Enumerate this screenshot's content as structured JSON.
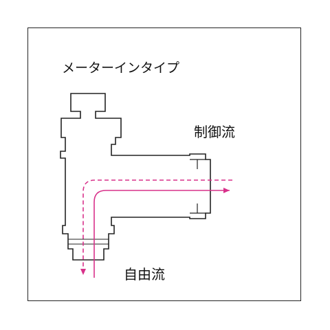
{
  "labels": {
    "meter_in_type": "メーターインタイプ",
    "control_flow": "制御流",
    "free_flow": "自由流"
  },
  "colors": {
    "outline": "#222222",
    "flow": "#d8318a"
  }
}
